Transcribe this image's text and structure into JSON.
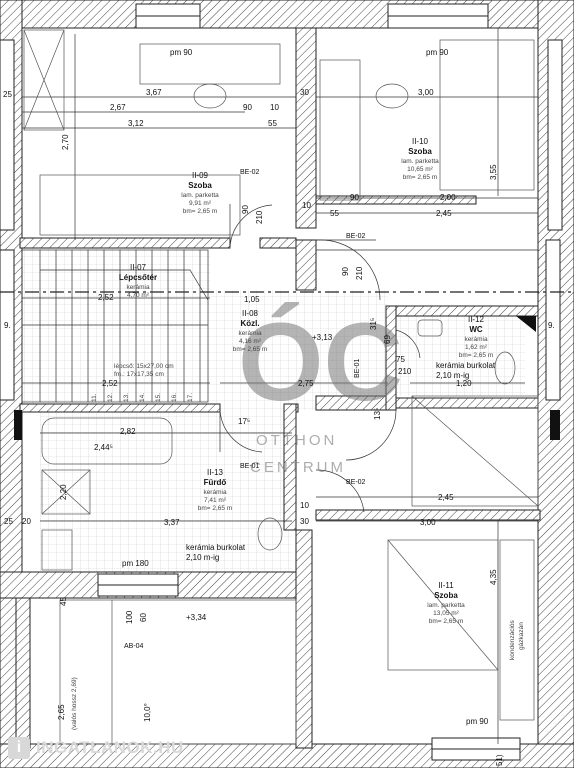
{
  "rooms": {
    "r09": {
      "id": "II-09",
      "name": "Szoba",
      "floor": "lam. parketta",
      "area": "9,91 m²",
      "height": "bm= 2,65 m"
    },
    "r10": {
      "id": "II-10",
      "name": "Szoba",
      "floor": "lam. parketta",
      "area": "10,65 m²",
      "height": "bm= 2,65 m"
    },
    "r07": {
      "id": "II-07",
      "name": "Lépcsőtér",
      "floor": "kerámia",
      "area": "4,70 m²"
    },
    "r08": {
      "id": "II-08",
      "name": "Közl.",
      "floor": "kerámia",
      "area": "4,16 m²",
      "height": "bm= 2,65 m"
    },
    "r12": {
      "id": "II-12",
      "name": "WC",
      "floor": "kerámia",
      "area": "1,62 m²",
      "height": "bm= 2,65 m"
    },
    "r13": {
      "id": "II-13",
      "name": "Fürdő",
      "floor": "kerámia",
      "area": "7,41 m²",
      "height": "bm= 2,65 m"
    },
    "r11": {
      "id": "II-11",
      "name": "Szoba",
      "floor": "lam. parketta",
      "area": "13,05 m²",
      "height": "bm= 2,65 m"
    }
  },
  "dimensions": {
    "pm_top_left": "pm 90",
    "pm_top_right": "pm 90",
    "pm_bath": "pm 180",
    "pm_bottom": "pm 90",
    "d367": "3,67",
    "d267": "2,67",
    "d312": "3,12",
    "d90a": "90",
    "d10a": "10",
    "d55a": "55",
    "d30a": "30",
    "d300a": "3,00",
    "d25a": "25",
    "d270": "2,70",
    "d355": "3,55",
    "d90b": "90",
    "d200a": "2,00",
    "d210a": "210",
    "d10b": "10",
    "d55b": "55",
    "d245a": "2,45",
    "d90c": "90",
    "d210b": "210",
    "d105": "1,05",
    "d252a": "2,52",
    "d252b": "2,52",
    "d313": "+3,13",
    "d315": "31⁵",
    "d69": "69",
    "d75a": "75",
    "d210c": "210",
    "d120": "1,20",
    "d275": "2,75",
    "d282": "2,82",
    "d244": "2,44⁵",
    "d17": "17⁵",
    "d135": "13⁵",
    "d245b": "2,45",
    "d337": "3,37",
    "d300b": "3,00",
    "d220": "2,20",
    "d435": "4,35",
    "d334": "+3,34",
    "d100": "100",
    "d60": "60",
    "d265": "2,65",
    "d10deg": "10,0°",
    "d25b": "25",
    "d10c": "10",
    "d30b": "30",
    "d20": "20",
    "d9a": "9.",
    "d9b": "9.",
    "d45": "45",
    "d51": "51)"
  },
  "stair_note_1": "lépcső: 15x27,00 cm",
  "stair_note_2": "fm.: 17x17,35 cm",
  "stair_numbers": [
    "11.",
    "12.",
    "13.",
    "14.",
    "15.",
    "16.",
    "17."
  ],
  "doors": {
    "be02a": "BE-02",
    "be02b": "BE-02",
    "be02c": "BE-02",
    "be01a": "BE-01",
    "be01b": "BE-01",
    "ab04": "AB-04"
  },
  "notes": {
    "tile_wc_1": "kerámia burkolat",
    "tile_wc_2": "2,10 m-ig",
    "tile_bath_1": "kerámia burkolat",
    "tile_bath_2": "2,10 m-ig",
    "boiler_1": "kondenzációs",
    "boiler_2": "gázkazán",
    "stair_len": "(valós hossz 2,69)"
  },
  "watermark": {
    "big": "ÓC",
    "line1": "OTTHON",
    "line2": "CENTRUM"
  },
  "brand": {
    "icon": "i",
    "text": "INGATLANOK.HU"
  }
}
